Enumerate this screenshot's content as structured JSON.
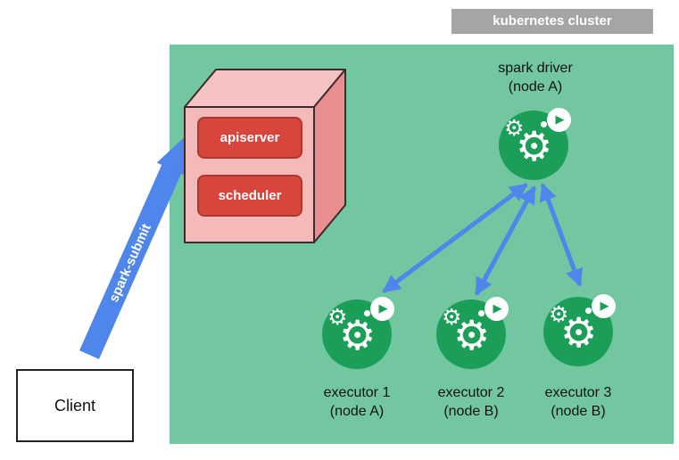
{
  "cluster": {
    "label": "kubernetes cluster"
  },
  "control_plane": {
    "apiserver": "apiserver",
    "scheduler": "scheduler"
  },
  "driver": {
    "name": "spark driver",
    "node": "(node A)"
  },
  "executors": [
    {
      "name": "executor 1",
      "node": "(node A)"
    },
    {
      "name": "executor 2",
      "node": "(node B)"
    },
    {
      "name": "executor 3",
      "node": "(node B)"
    }
  ],
  "client": {
    "label": "Client"
  },
  "spark_submit": {
    "label": "spark-submit"
  },
  "icons": {
    "gear": "⚙",
    "play": "▶"
  },
  "colors": {
    "cluster_bg": "#72c7a1",
    "cluster_label_bg": "#a5a5a5",
    "pod_green": "#1b9e58",
    "arrow_blue": "#4e86ec",
    "cube_front": "#f4b9b9",
    "cube_top": "#f5c3c3",
    "cube_side": "#ea8f8f",
    "panel_red": "#d7453c"
  }
}
